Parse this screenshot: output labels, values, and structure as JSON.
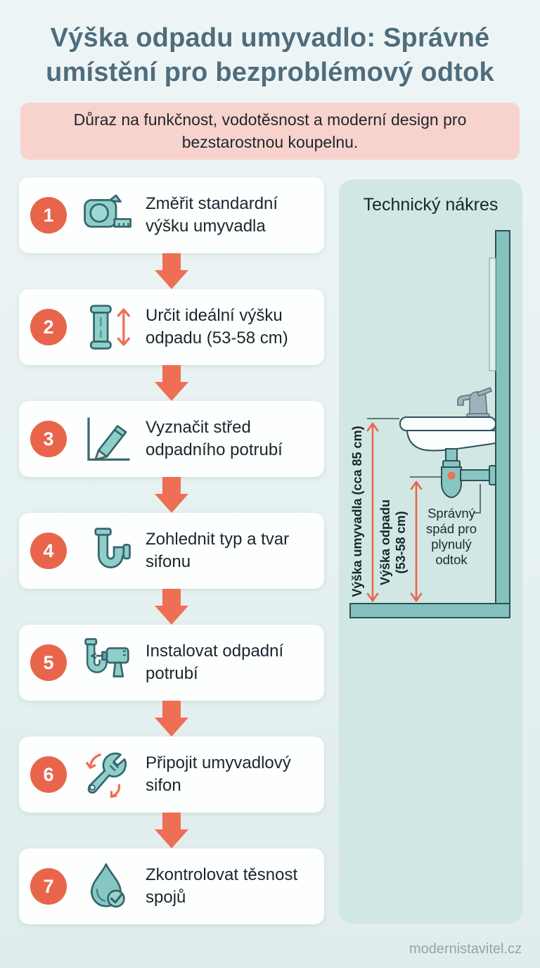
{
  "page": {
    "title": "Výška odpadu umyvadlo: Správné umístění pro bezproblémový odtok",
    "subtitle": "Důraz na funkčnost, vodotěsnost a moderní design pro bezstarostnou koupelnu.",
    "footer": "modernistavitel.cz"
  },
  "steps": [
    {
      "number": "1",
      "label": "Změřit standardní výšku umyvadla",
      "icon": "measuring-tape-icon"
    },
    {
      "number": "2",
      "label": "Určit ideální výšku odpadu (53-58 cm)",
      "icon": "pipe-height-icon"
    },
    {
      "number": "3",
      "label": "Vyznačit střed odpadního potrubí",
      "icon": "pencil-mark-icon"
    },
    {
      "number": "4",
      "label": "Zohlednit typ a tvar sifonu",
      "icon": "siphon-icon"
    },
    {
      "number": "5",
      "label": "Instalovat odpadní potrubí",
      "icon": "pipe-drill-icon"
    },
    {
      "number": "6",
      "label": "Připojit umyvadlový sifon",
      "icon": "wrench-icon"
    },
    {
      "number": "7",
      "label": "Zkontrolovat těsnost spojů",
      "icon": "drop-check-icon"
    }
  ],
  "diagram": {
    "title": "Technický nákres",
    "sink_height_label": "Výška umyvadla (cca 85 cm)",
    "drain_height_lines": [
      "Výška odpadu",
      "(53-58 cm)"
    ],
    "slope_lines": [
      "Správný",
      "spád pro",
      "plynulý",
      "odtok"
    ]
  },
  "colors": {
    "accent_coral": "#e8654c",
    "arrow_coral": "#ee6f54",
    "icon_teal_fill": "#8ecfc8",
    "icon_teal_stroke": "#346670",
    "panel_bg": "#d1e7e4",
    "wall_teal": "#85c2be",
    "banner_pink": "#f8d3cd",
    "title_slate": "#4e6d7d",
    "page_bg": "#e9f2f3"
  }
}
